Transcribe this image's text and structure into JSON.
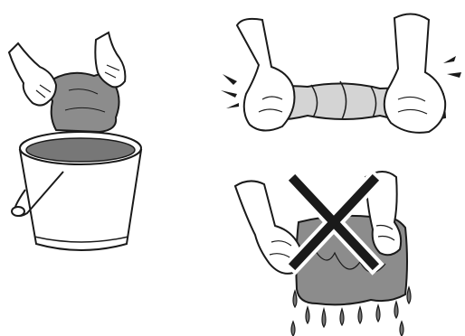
{
  "figure": {
    "panels": [
      {
        "id": "dip",
        "icon": "hands-dipping-cloth-into-bucket-icon"
      },
      {
        "id": "wring",
        "icon": "hands-wringing-cloth-icon"
      },
      {
        "id": "dripping",
        "icon": "hands-holding-dripping-cloth-icon",
        "marker": "cross-mark-icon"
      }
    ]
  },
  "colors": {
    "stroke": "#1a1a1a",
    "glove": "#ffffff",
    "cloth": "#8c8c8c",
    "cloth_dark": "#6e6e6e",
    "water": "#777777",
    "bucket": "#ffffff",
    "cross": "#1a1a1a"
  }
}
